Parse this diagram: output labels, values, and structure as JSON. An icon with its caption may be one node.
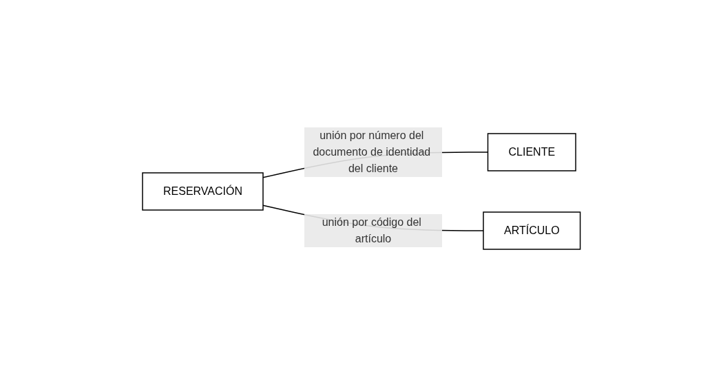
{
  "diagram": {
    "nodes": [
      {
        "text": [
          "RESERVACIÓN"
        ]
      },
      {
        "text": [
          "CLIENTE"
        ]
      },
      {
        "text": [
          "ARTÍCULO"
        ]
      }
    ],
    "edges": [
      {
        "from": 0,
        "to": 1,
        "arrow": "none",
        "label": "unión por número del documento de identidad del cliente"
      },
      {
        "from": 0,
        "to": 2,
        "arrow": "none",
        "label": "unión por código del artículo"
      }
    ]
  }
}
